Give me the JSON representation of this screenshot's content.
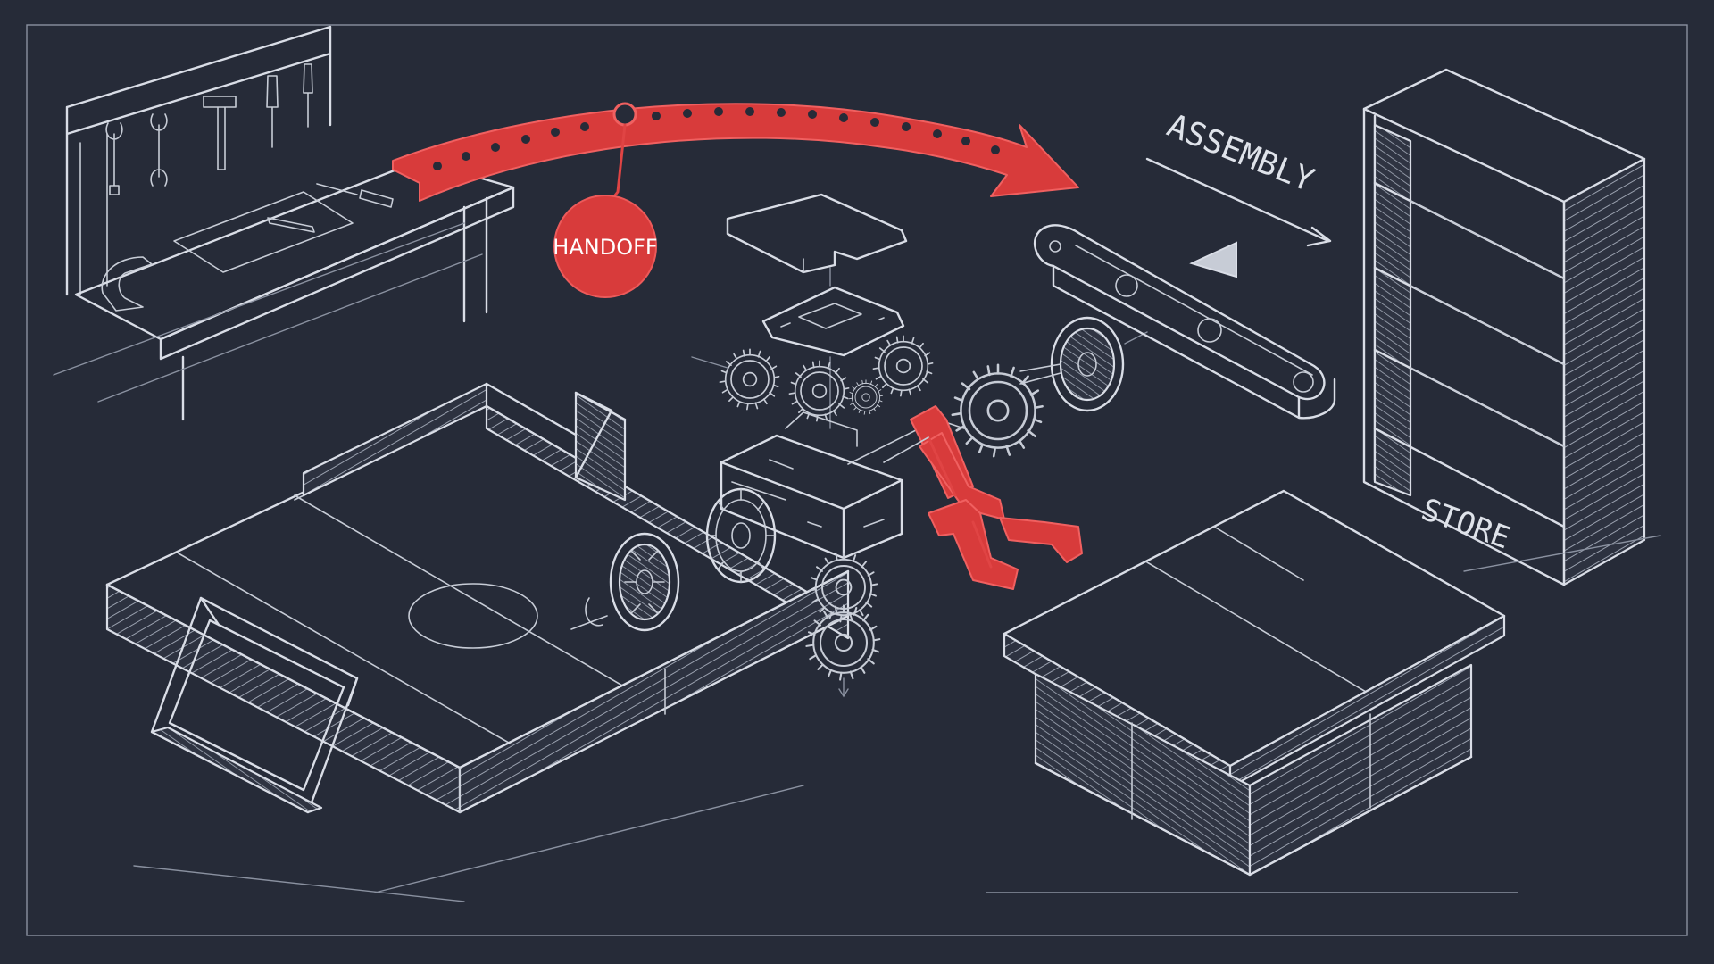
{
  "labels": {
    "handoff": "HANDOFF",
    "assembly": "ASSEMBLY",
    "store": "STORE"
  },
  "colors": {
    "background": "#262b38",
    "chalk": "#d9dde6",
    "accent_red": "#d83b3b"
  },
  "icons": {
    "tool_pegboard": [
      "wrench-icon",
      "wrench-icon",
      "hammer-icon",
      "screwdriver-icon",
      "screwdriver-icon"
    ],
    "workbench_tools": [
      "screwdriver-icon",
      "pencil-icon",
      "clamp-icon"
    ]
  }
}
